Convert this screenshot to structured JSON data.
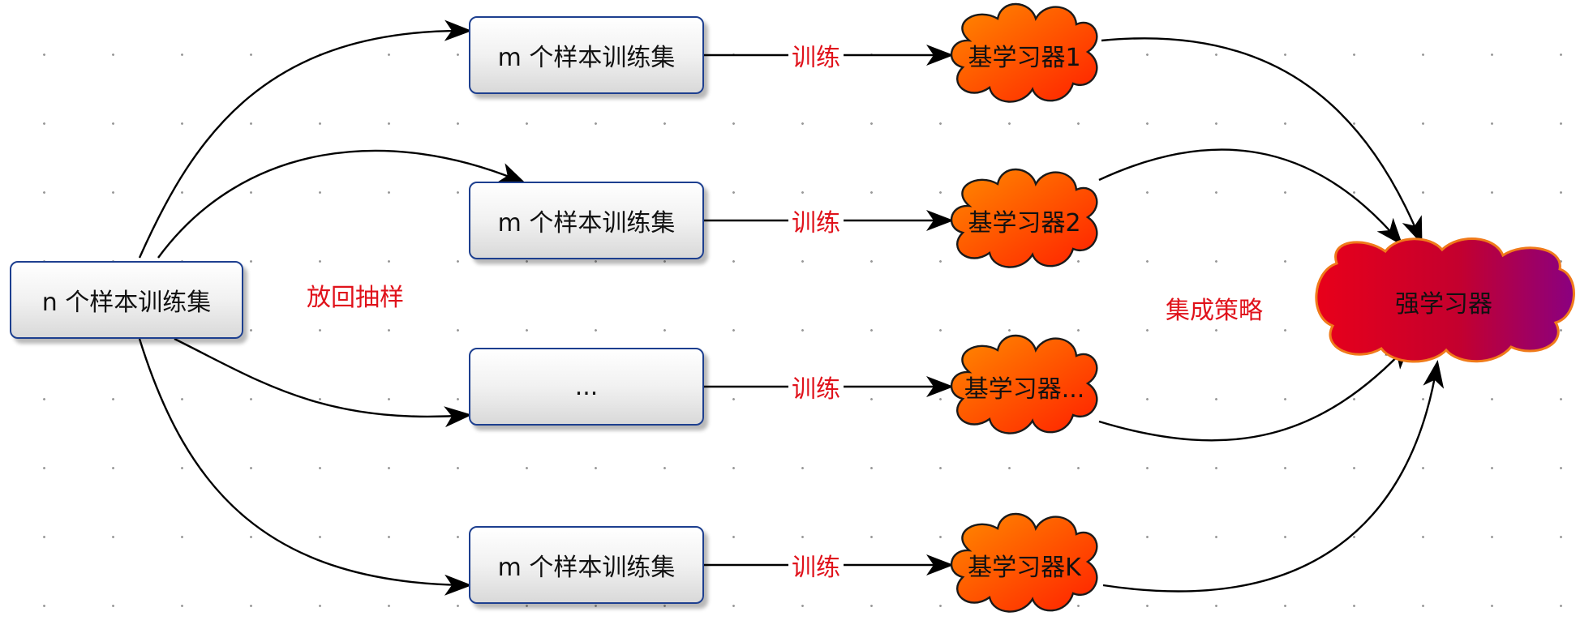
{
  "source": {
    "label": "n 个样本训练集"
  },
  "sampling_label": "放回抽样",
  "ensemble_label": "集成策略",
  "train_label": "训练",
  "subsets": [
    {
      "label": "m 个样本训练集"
    },
    {
      "label": "m 个样本训练集"
    },
    {
      "label": "..."
    },
    {
      "label": "m 个样本训练集"
    }
  ],
  "learners": [
    {
      "label": "基学习器1"
    },
    {
      "label": "基学习器2"
    },
    {
      "label": "基学习器..."
    },
    {
      "label": "基学习器K"
    }
  ],
  "strong": {
    "label": "强学习器"
  },
  "colors": {
    "box_border": "#1d3f8f",
    "label_red": "#e0121b",
    "cloud_start": "#ff8a00",
    "cloud_end": "#ff2000",
    "strong_start": "#e8001a",
    "strong_end": "#8a0080"
  }
}
